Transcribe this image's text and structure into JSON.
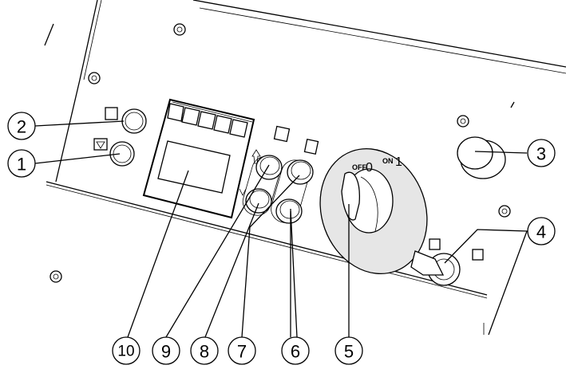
{
  "callouts": [
    "1",
    "2",
    "3",
    "4",
    "5",
    "6",
    "7",
    "8",
    "9",
    "10"
  ],
  "switch_labels": {
    "off": "OFF",
    "zero": "0",
    "on": "ON",
    "one": "1"
  },
  "icons": [
    "hours-icon",
    "alarm-reset-icon",
    "info-icon",
    "fan-speed-icon",
    "fan-icon",
    "heater-icon",
    "glow-icon",
    "fan-button-icon",
    "defrost-icon",
    "arrow-up-icon",
    "arrow-down-icon",
    "lock-icon",
    "unlock-icon"
  ],
  "colors": {
    "line": "#000000",
    "panel": "#e6e6e6",
    "background": "#ffffff"
  }
}
